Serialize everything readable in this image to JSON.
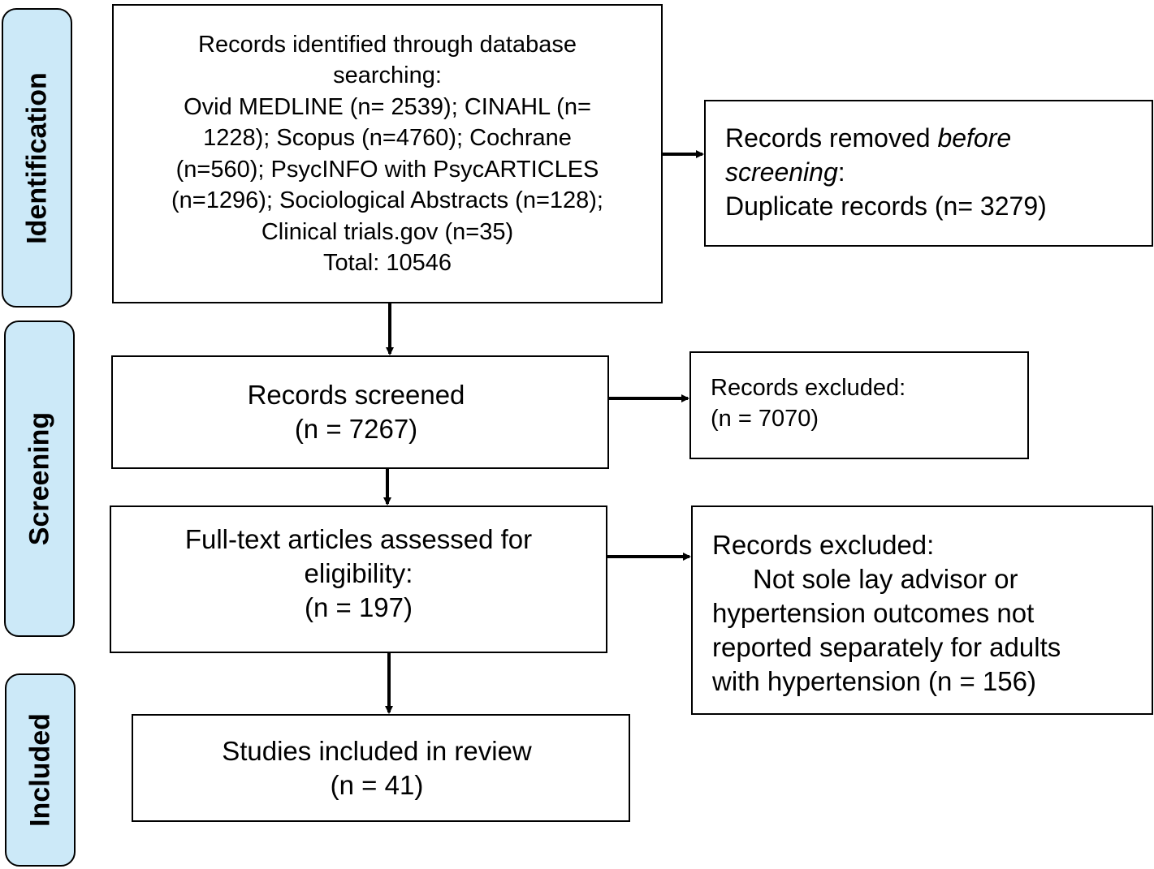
{
  "phases": {
    "identification": "Identification",
    "screening": "Screening",
    "included": "Included"
  },
  "identified": {
    "lines": [
      "Records identified through database",
      "searching:",
      "Ovid MEDLINE (n= 2539); CINAHL (n=",
      "1228); Scopus (n=4760); Cochrane",
      "(n=560); PsycINFO with PsycARTICLES",
      "(n=1296); Sociological Abstracts (n=128);",
      "Clinical trials.gov (n=35)",
      "Total: 10546"
    ]
  },
  "removed": {
    "line1_prefix": "Records removed ",
    "line1_italic": "before",
    "line2_italic": "screening",
    "line2_suffix": ":",
    "line3": "Duplicate records (n= 3279)"
  },
  "screened": {
    "line1": "Records screened",
    "line2": "(n = 7267)"
  },
  "excluded_screen": {
    "line1": "Records excluded:",
    "line2": "(n = 7070)"
  },
  "fulltext": {
    "line1": "Full-text articles assessed for",
    "line2": "eligibility:",
    "line3": "(n = 197)"
  },
  "excluded_fulltext": {
    "line1": "Records excluded:",
    "line2": "Not sole lay advisor or",
    "line3": "hypertension outcomes not",
    "line4": "reported separately for adults",
    "line5": "with hypertension (n = 156)"
  },
  "included": {
    "line1": "Studies included in review",
    "line2": "(n = 41)"
  }
}
